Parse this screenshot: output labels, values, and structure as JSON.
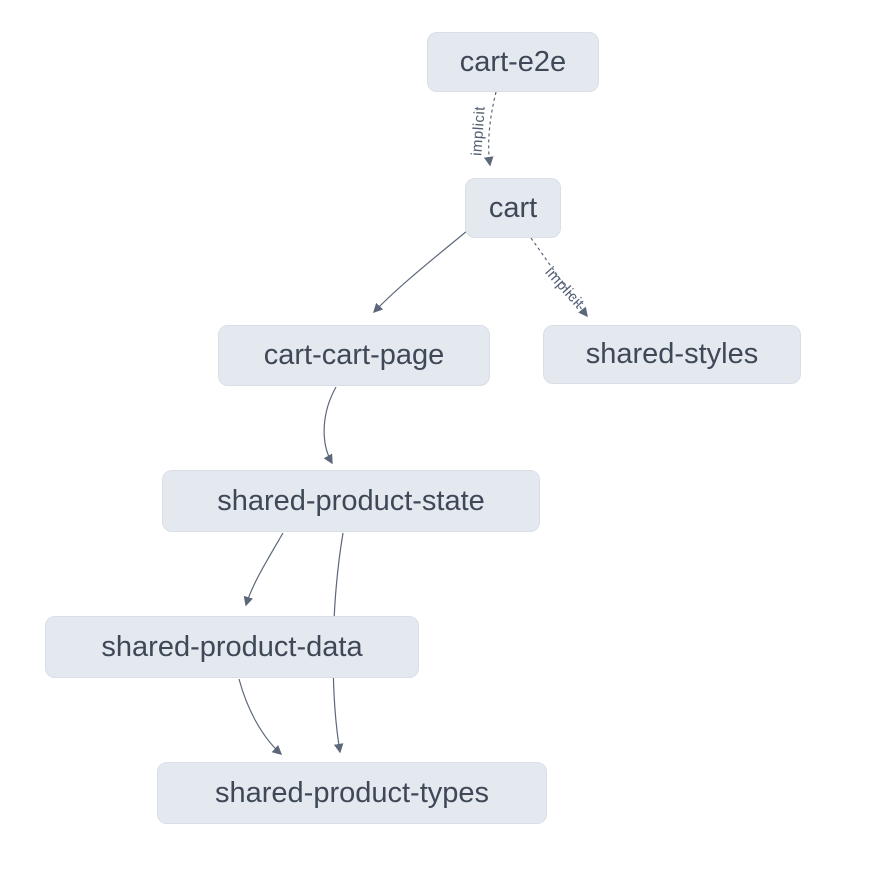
{
  "diagram": {
    "type": "dependency-graph",
    "background": "#ffffff",
    "colors": {
      "node_fill": "#e4e8ef",
      "node_border": "#d9dee8",
      "node_text": "#3e4857",
      "edge": "#5c6779",
      "edge_label": "#515d73"
    },
    "nodes": [
      {
        "id": "cart-e2e",
        "label": "cart-e2e"
      },
      {
        "id": "cart",
        "label": "cart"
      },
      {
        "id": "cart-cart-page",
        "label": "cart-cart-page"
      },
      {
        "id": "shared-styles",
        "label": "shared-styles"
      },
      {
        "id": "shared-product-state",
        "label": "shared-product-state"
      },
      {
        "id": "shared-product-data",
        "label": "shared-product-data"
      },
      {
        "id": "shared-product-types",
        "label": "shared-product-types"
      }
    ],
    "edges": [
      {
        "source": "cart-e2e",
        "target": "cart",
        "type": "implicit",
        "label": "implicit"
      },
      {
        "source": "cart",
        "target": "cart-cart-page",
        "type": "static",
        "label": ""
      },
      {
        "source": "cart",
        "target": "shared-styles",
        "type": "implicit",
        "label": "implicit"
      },
      {
        "source": "cart-cart-page",
        "target": "shared-product-state",
        "type": "static",
        "label": ""
      },
      {
        "source": "shared-product-state",
        "target": "shared-product-data",
        "type": "static",
        "label": ""
      },
      {
        "source": "shared-product-state",
        "target": "shared-product-types",
        "type": "static",
        "label": ""
      },
      {
        "source": "shared-product-data",
        "target": "shared-product-types",
        "type": "static",
        "label": ""
      }
    ]
  }
}
